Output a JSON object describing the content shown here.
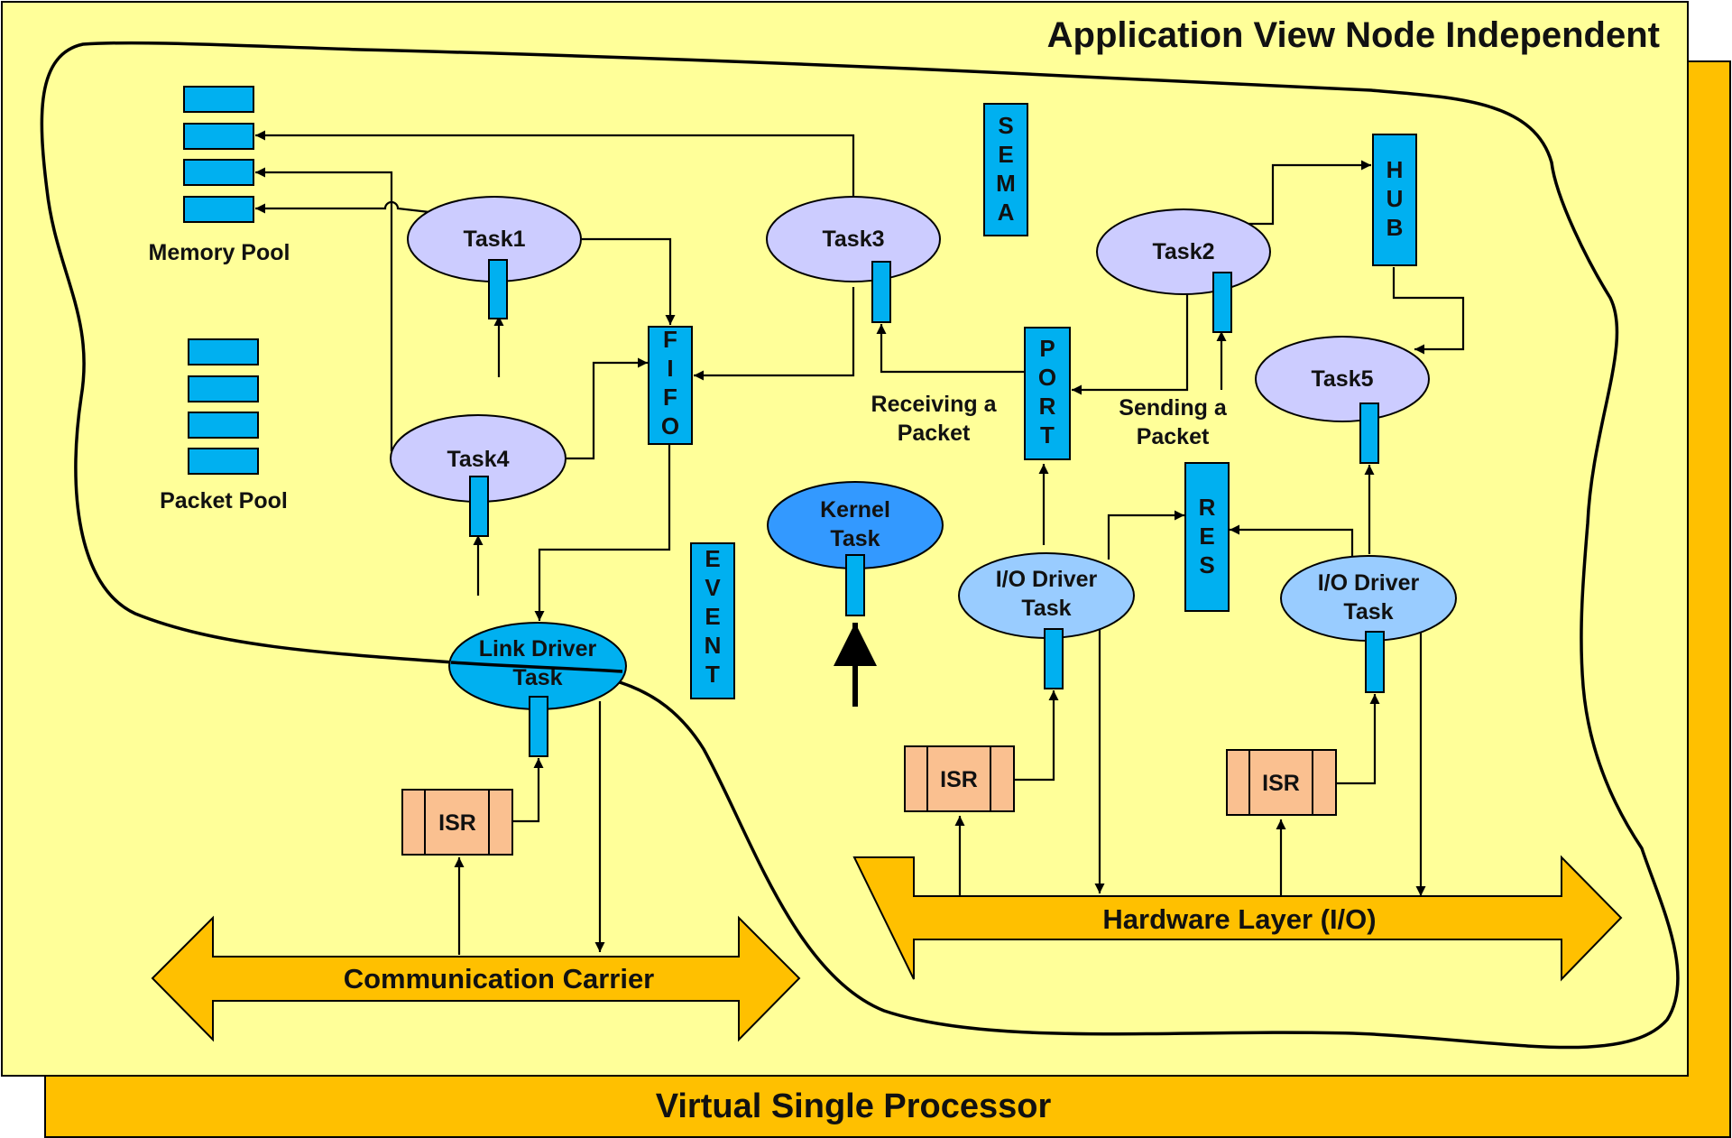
{
  "titles": {
    "app_view": "Application View Node Independent",
    "virtual_processor": "Virtual Single Processor"
  },
  "labels": {
    "memory_pool": "Memory Pool",
    "packet_pool": "Packet Pool",
    "receiving_line1": "Receiving a",
    "receiving_line2": "Packet",
    "sending_line1": "Sending a",
    "sending_line2": "Packet"
  },
  "tasks": {
    "task1": "Task1",
    "task2": "Task2",
    "task3": "Task3",
    "task4": "Task4",
    "task5": "Task5",
    "kernel_line1": "Kernel",
    "kernel_line2": "Task",
    "link_line1": "Link Driver",
    "link_line2": "Task",
    "io_line1": "I/O Driver",
    "io_line2": "Task"
  },
  "objects": {
    "sema": [
      "S",
      "E",
      "M",
      "A"
    ],
    "hub": [
      "H",
      "U",
      "B"
    ],
    "fifo": [
      "F",
      "I",
      "F",
      "O"
    ],
    "port": [
      "P",
      "O",
      "R",
      "T"
    ],
    "res": [
      "R",
      "E",
      "S"
    ],
    "event": [
      "E",
      "V",
      "E",
      "N",
      "T"
    ]
  },
  "isr": {
    "label": "ISR"
  },
  "bands": {
    "hardware": "Hardware Layer (I/O)",
    "comm": "Communication Carrier"
  },
  "colors": {
    "page_yellow": "#ffff99",
    "back_gold": "#ffc000",
    "band_gold": "#ffc000",
    "task_lavender": "#ccccff",
    "task_lightblue": "#99ccff",
    "kernel_blue": "#3399ff",
    "link_cyan": "#00b0f0",
    "object_cyan": "#00b0f0",
    "isr_peach": "#fac090"
  }
}
